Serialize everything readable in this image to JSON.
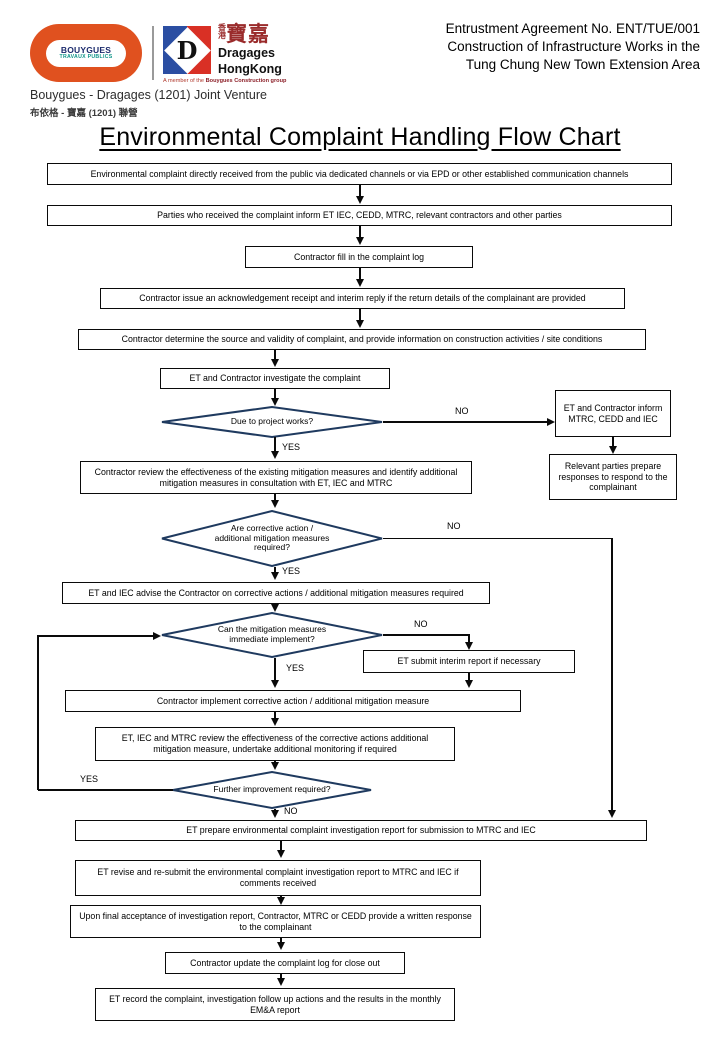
{
  "header": {
    "logo_bouygues": {
      "line1": "BOUYGUES",
      "line2": "TRAVAUX PUBLICS"
    },
    "logo_dragages": {
      "letter": "D",
      "cn_small_1": "香",
      "cn_small_2": "港",
      "cn_large": "寶嘉",
      "name1": "Dragages",
      "name2": "HongKong",
      "tagline_prefix": "A member of the ",
      "tagline_bold": "Bouygues Construction group"
    },
    "jv_name": "Bouygues - Dragages (1201) Joint Venture",
    "jv_name_cn": "布依格 - 寶嘉 (1201) 聯營",
    "agreement_lines": [
      "Entrustment Agreement No. ENT/TUE/001",
      "Construction of Infrastructure Works in the",
      "Tung Chung New Town Extension Area"
    ]
  },
  "title": "Environmental Complaint Handling Flow Chart",
  "labels": {
    "yes": "YES",
    "no": "NO"
  },
  "colors": {
    "logo_orange": "#e0511f",
    "logo_blue": "#2b4ea2",
    "logo_red": "#d93025",
    "diamond_stroke": "#1f3a5f",
    "line_black": "#0a0a0a"
  },
  "flow": {
    "b1": "Environmental complaint directly received from the public via dedicated channels or via EPD or other established communication channels",
    "b2": "Parties who received the complaint inform ET IEC, CEDD, MTRC, relevant contractors and other parties",
    "b3": "Contractor fill in the complaint log",
    "b4": "Contractor issue an acknowledgement receipt and interim reply if the return details of the complainant are provided",
    "b5": "Contractor determine the source and validity of complaint, and provide information on construction activities / site conditions",
    "b6": "ET and Contractor investigate the complaint",
    "d1": "Due to project works?",
    "rA": "ET and Contractor inform MTRC, CEDD and IEC",
    "rB": "Relevant parties prepare responses to respond to the complainant",
    "b7": "Contractor review the effectiveness of the existing mitigation measures and identify additional mitigation measures in consultation with ET, IEC and MTRC",
    "d2": "Are corrective action / additional mitigation measures required?",
    "b8": "ET and IEC advise the Contractor on corrective actions / additional mitigation measures required",
    "d3": "Can the mitigation measures immediate implement?",
    "bi": "ET submit interim report if necessary",
    "b9": "Contractor implement corrective action / additional mitigation measure",
    "b10": "ET, IEC and MTRC review the effectiveness of the corrective actions additional mitigation measure, undertake additional monitoring if required",
    "d4": "Further improvement required?",
    "b11": "ET prepare environmental complaint investigation report for submission to MTRC and IEC",
    "b12": "ET revise and re-submit the environmental complaint investigation report to MTRC and IEC if comments received",
    "b13": "Upon final acceptance of investigation report, Contractor, MTRC or CEDD provide a written response to the complainant",
    "b14": "Contractor update the complaint log for close out",
    "b15": "ET record the complaint, investigation follow up actions and the results in the monthly EM&A report"
  }
}
